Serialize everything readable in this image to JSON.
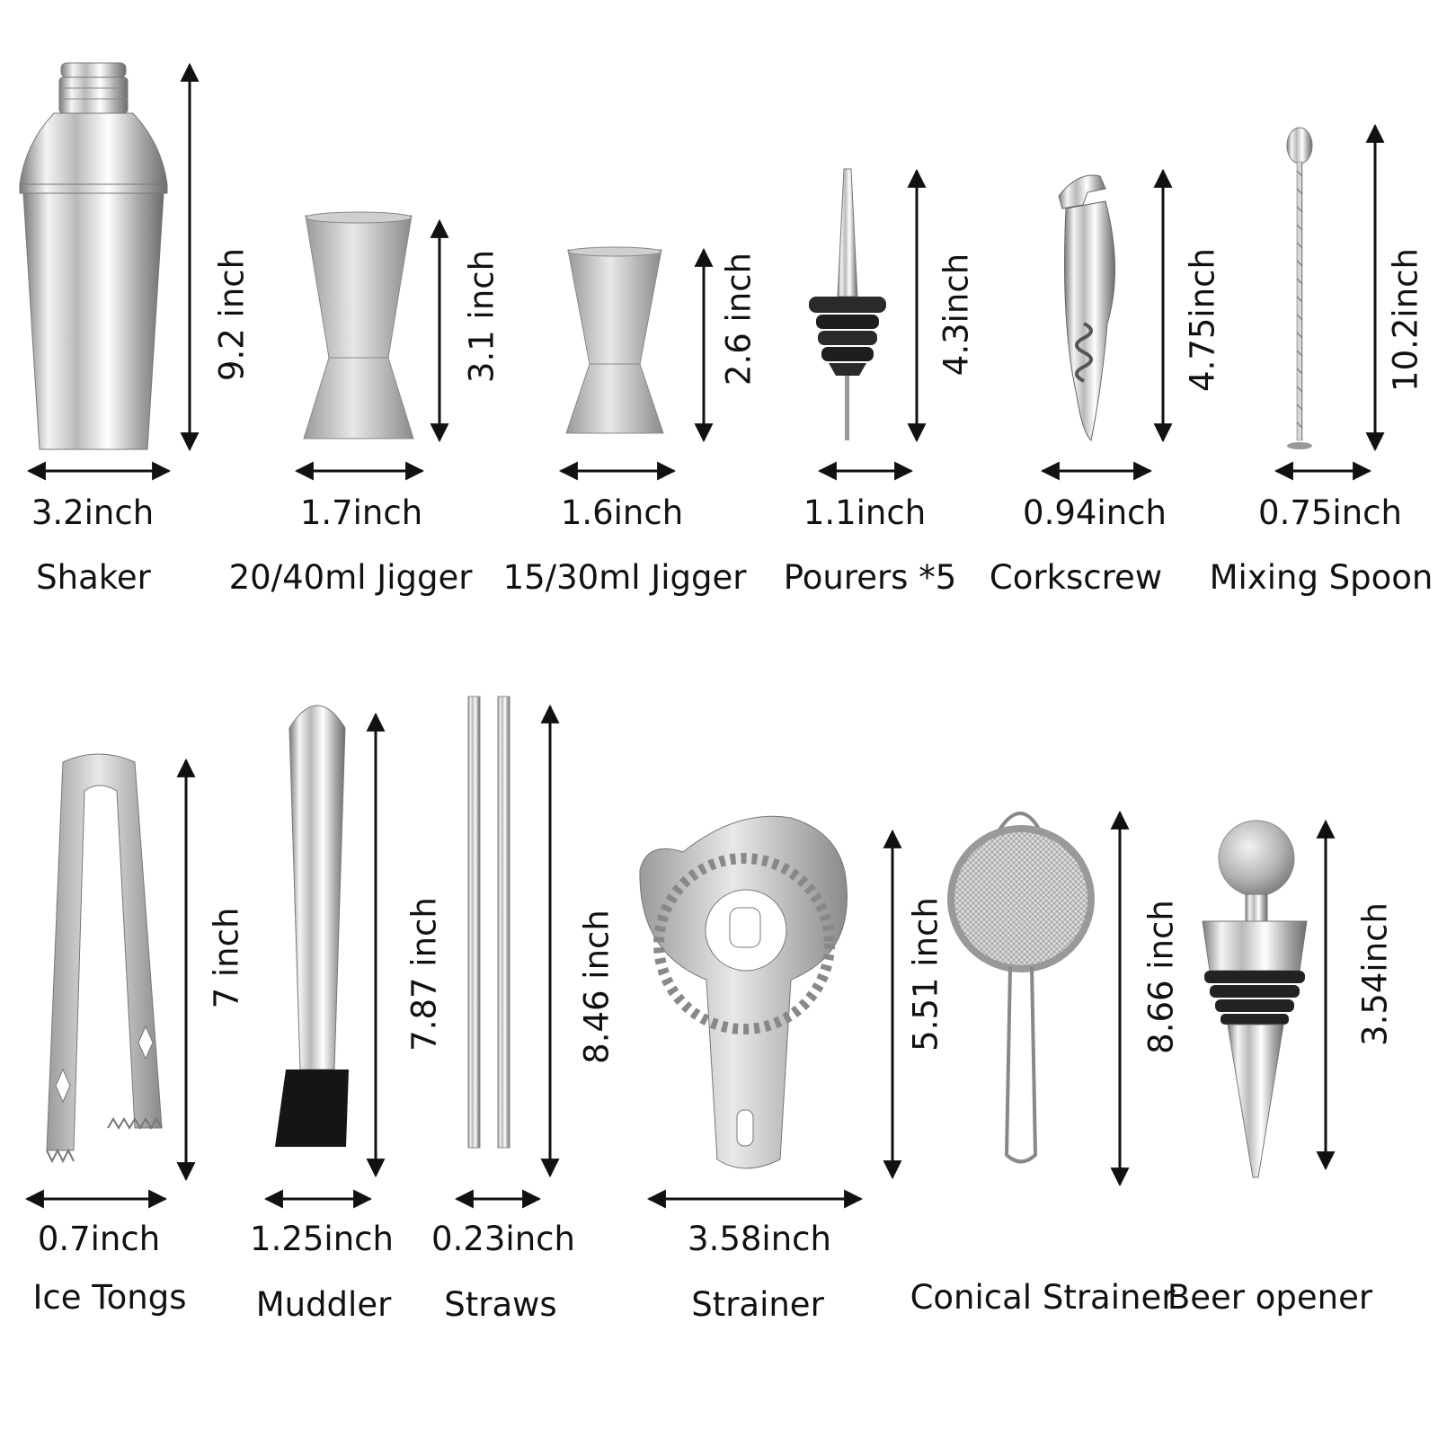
{
  "items": [
    {
      "name": "Shaker",
      "width": "3.2inch",
      "height": "9.2 inch"
    },
    {
      "name": "20/40ml Jigger",
      "width": "1.7inch",
      "height": "3.1 inch"
    },
    {
      "name": "15/30ml Jigger",
      "width": "1.6inch",
      "height": "2.6 inch"
    },
    {
      "name": "Pourers *5",
      "width": "1.1inch",
      "height": "4.3inch"
    },
    {
      "name": "Corkscrew",
      "width": "0.94inch",
      "height": "4.75inch"
    },
    {
      "name": "Mixing Spoon",
      "width": "0.75inch",
      "height": "10.2inch"
    },
    {
      "name": "Ice Tongs",
      "width": "0.7inch",
      "height": "7 inch"
    },
    {
      "name": "Muddler",
      "width": "1.25inch",
      "height": "7.87 inch"
    },
    {
      "name": "Straws",
      "width": "0.23inch",
      "height": "8.46 inch"
    },
    {
      "name": "Strainer",
      "width": "3.58inch",
      "height": "5.51 inch"
    },
    {
      "name": "Conical Strainer",
      "width": "",
      "height": "8.66 inch"
    },
    {
      "name": "Beer opener",
      "width": "",
      "height": "3.54inch"
    }
  ]
}
